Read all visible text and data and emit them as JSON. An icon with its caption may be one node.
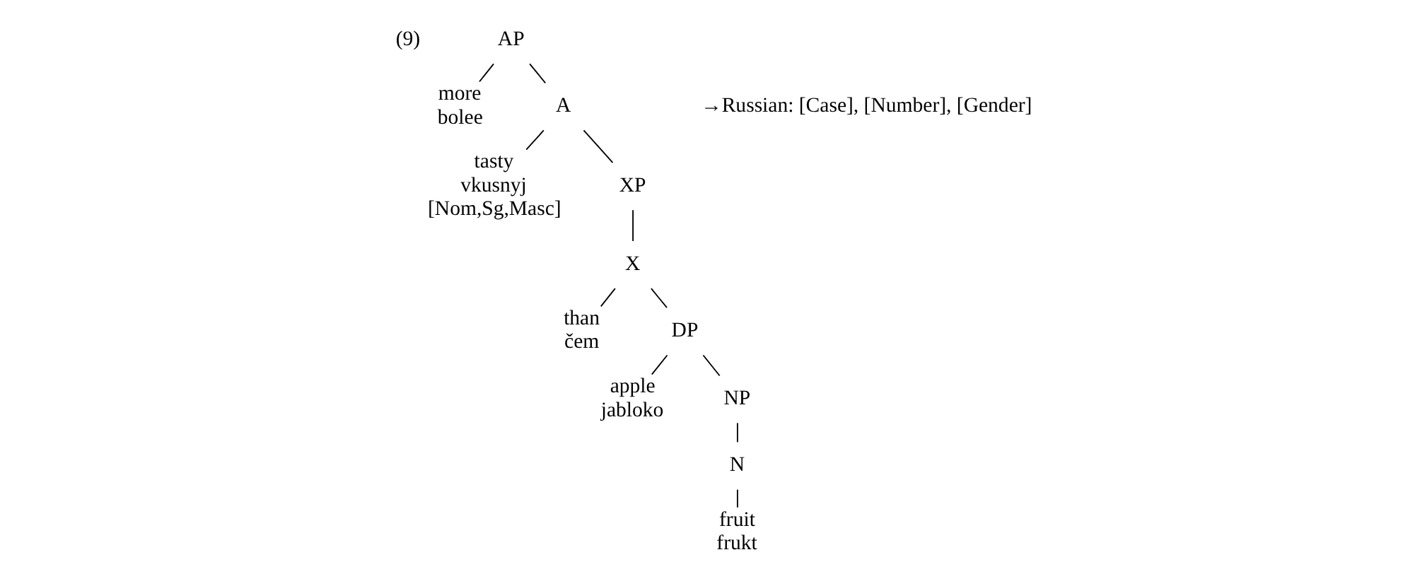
{
  "diagram": {
    "nodes": [
      {
        "text": [
          "AP"
        ]
      },
      {
        "text": [
          "more",
          "bolee"
        ]
      },
      {
        "text": [
          "A"
        ]
      },
      {
        "text": [
          "tasty",
          "vkusnyj",
          "[Nom,Sg,Masc]"
        ]
      },
      {
        "text": [
          "XP"
        ]
      },
      {
        "text": [
          "X"
        ]
      },
      {
        "text": [
          "than",
          "čem"
        ]
      },
      {
        "text": [
          "DP"
        ]
      },
      {
        "text": [
          "apple",
          "jabloko"
        ]
      },
      {
        "text": [
          "NP"
        ]
      },
      {
        "text": [
          "N"
        ]
      },
      {
        "text": [
          "fruit",
          "frukt"
        ]
      }
    ],
    "edges": [
      {
        "from": 0,
        "to": 1,
        "arrow": "none"
      },
      {
        "from": 0,
        "to": 2,
        "arrow": "none"
      },
      {
        "from": 2,
        "to": 3,
        "arrow": "none"
      },
      {
        "from": 2,
        "to": 4,
        "arrow": "none"
      },
      {
        "from": 4,
        "to": 5,
        "arrow": "none"
      },
      {
        "from": 5,
        "to": 6,
        "arrow": "none"
      },
      {
        "from": 5,
        "to": 7,
        "arrow": "none"
      },
      {
        "from": 7,
        "to": 8,
        "arrow": "none"
      },
      {
        "from": 7,
        "to": 9,
        "arrow": "none"
      },
      {
        "from": 9,
        "to": 10,
        "arrow": "none"
      },
      {
        "from": 10,
        "to": 11,
        "arrow": "none"
      }
    ],
    "labels": [
      "(9)",
      "→Russian: [Case], [Number], [Gender]"
    ]
  }
}
